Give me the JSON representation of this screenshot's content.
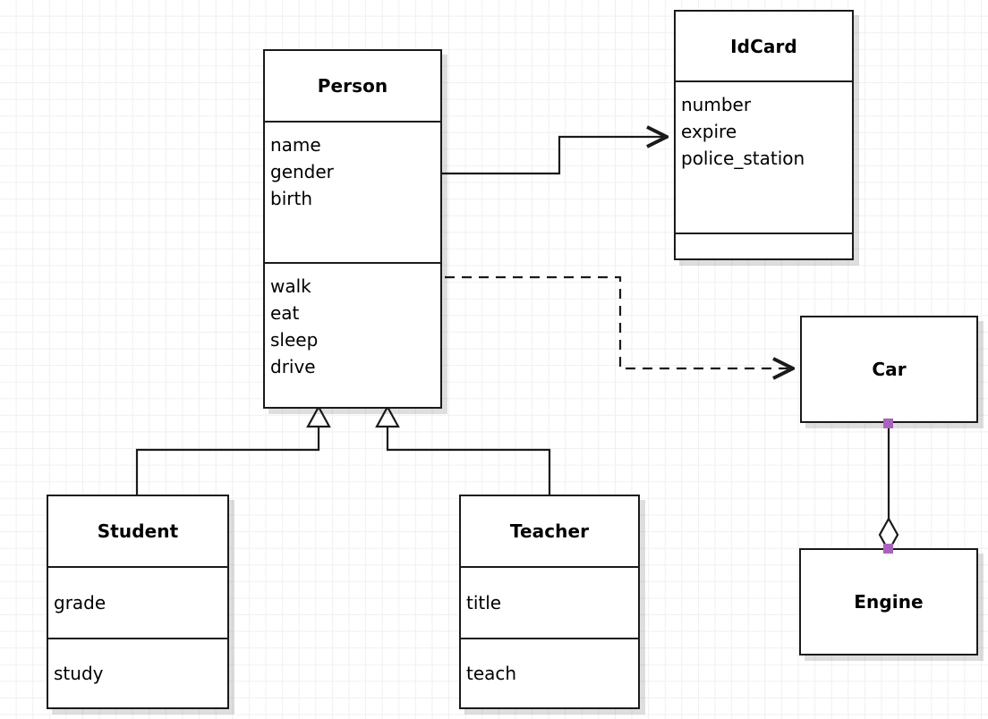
{
  "diagram": {
    "type": "uml-class-diagram",
    "background": "#ffffff",
    "grid_color": "#f0f0f0",
    "line_color": "#1a1a1a",
    "handle_color": "#aa63bc"
  },
  "classes": {
    "person": {
      "name": "Person",
      "attributes": [
        "name",
        "gender",
        "birth"
      ],
      "operations": [
        "walk",
        "eat",
        "sleep",
        "drive"
      ]
    },
    "idcard": {
      "name": "IdCard",
      "attributes": [
        "number",
        "expire",
        "police_station"
      ],
      "operations": []
    },
    "student": {
      "name": "Student",
      "attributes": [
        "grade"
      ],
      "operations": [
        "study"
      ]
    },
    "teacher": {
      "name": "Teacher",
      "attributes": [
        "title"
      ],
      "operations": [
        "teach"
      ]
    },
    "car": {
      "name": "Car",
      "attributes": [],
      "operations": []
    },
    "engine": {
      "name": "Engine",
      "attributes": [],
      "operations": []
    }
  },
  "relationships": [
    {
      "id": "person-idcard",
      "kind": "association",
      "from": "Person",
      "to": "IdCard",
      "line": "solid",
      "arrow": "open-arrow"
    },
    {
      "id": "person-car",
      "kind": "dependency",
      "from": "Person",
      "to": "Car",
      "line": "dashed",
      "arrow": "open-arrow"
    },
    {
      "id": "student-person",
      "kind": "generalization",
      "from": "Student",
      "to": "Person",
      "line": "solid",
      "arrow": "hollow-triangle"
    },
    {
      "id": "teacher-person",
      "kind": "generalization",
      "from": "Teacher",
      "to": "Person",
      "line": "solid",
      "arrow": "hollow-triangle"
    },
    {
      "id": "car-engine",
      "kind": "aggregation",
      "from": "Car",
      "to": "Engine",
      "line": "solid",
      "arrow": "hollow-diamond"
    }
  ]
}
